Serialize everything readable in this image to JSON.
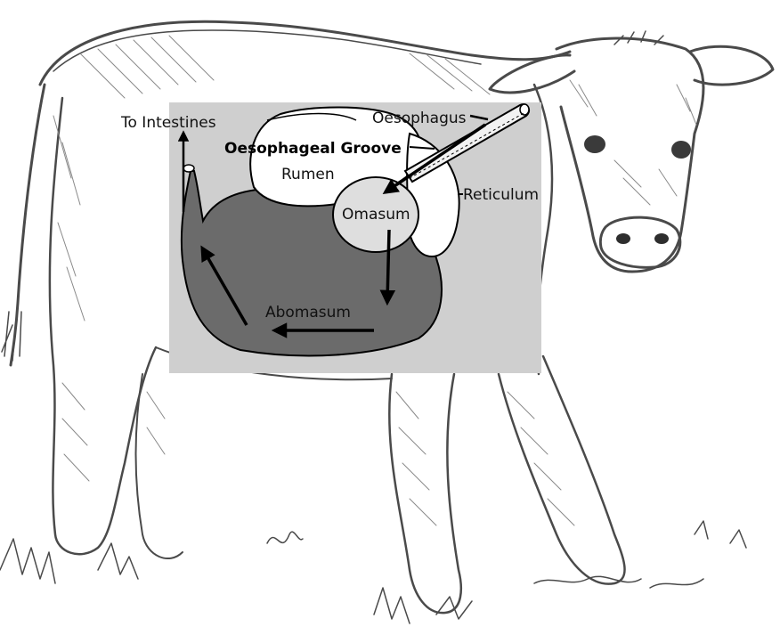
{
  "labels": {
    "to_intestines": "To Intestines",
    "oesophagus": "Oesophagus",
    "oesophageal_groove": "Oesophageal Groove",
    "rumen": "Rumen",
    "reticulum": "Reticulum",
    "omasum": "Omasum",
    "abomasum": "Abomasum"
  },
  "colors": {
    "panel_background": "#cfcfcf",
    "abomasum_fill": "#6b6b6b",
    "rumen_fill": "#ffffff",
    "omasum_fill": "#dedede",
    "arrow": "#000000",
    "sketch_line": "#4a4a4a"
  }
}
